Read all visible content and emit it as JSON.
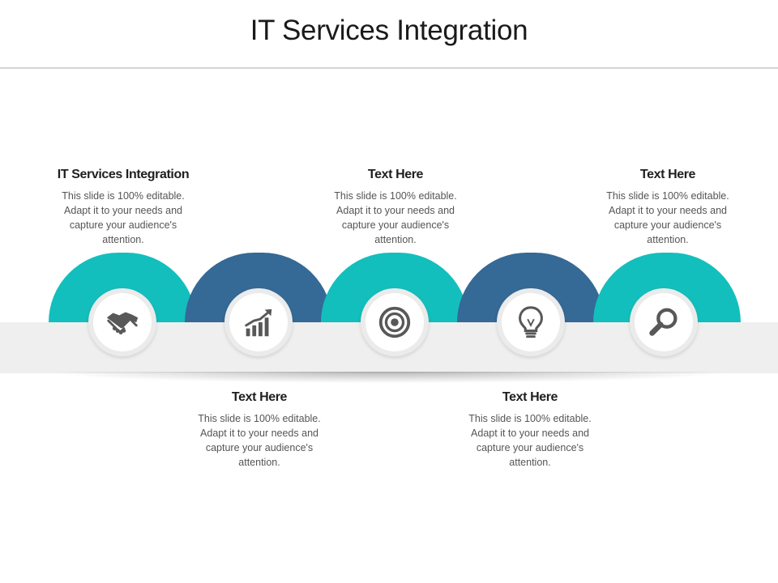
{
  "title": "IT Services Integration",
  "colors": {
    "teal": "#13bfbc",
    "blue": "#356996",
    "band": "#efefef"
  },
  "items": [
    {
      "heading": "IT Services Integration",
      "body": "This slide is 100% editable. Adapt it to your needs and capture your audience's attention.",
      "icon": "handshake-icon",
      "color": "teal",
      "text_position": "above"
    },
    {
      "heading": "Text Here",
      "body": "This slide is 100% editable. Adapt it to your needs and capture your audience's attention.",
      "icon": "growth-chart-icon",
      "color": "blue",
      "text_position": "below"
    },
    {
      "heading": "Text Here",
      "body": "This slide is 100% editable. Adapt it to your needs and capture your audience's attention.",
      "icon": "target-icon",
      "color": "teal",
      "text_position": "above"
    },
    {
      "heading": "Text Here",
      "body": "This slide is 100% editable. Adapt it to your needs and capture your audience's attention.",
      "icon": "lightbulb-icon",
      "color": "blue",
      "text_position": "below"
    },
    {
      "heading": "Text Here",
      "body": "This slide is 100% editable. Adapt it to your needs and capture your audience's attention.",
      "icon": "magnifier-icon",
      "color": "teal",
      "text_position": "above"
    }
  ]
}
